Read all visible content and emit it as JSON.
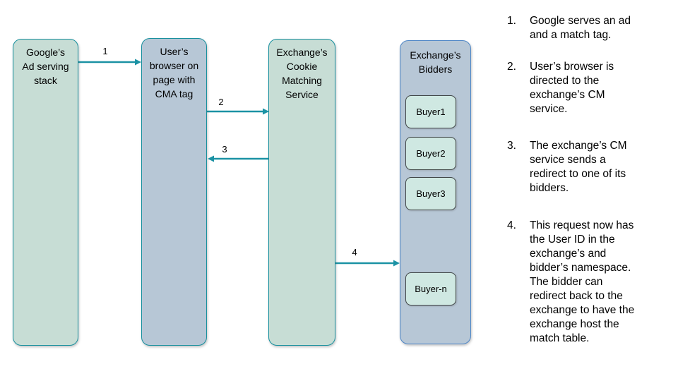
{
  "colors": {
    "teal_fill": "#c7ddd5",
    "teal_border": "#18909e",
    "blue_fill": "#b7c7d6",
    "blue_border": "#4e86c6",
    "buyer_fill": "#cfe8e2",
    "buyer_border": "#404647",
    "arrow": "#1b92a4",
    "text": "#000000"
  },
  "nodes": {
    "google": {
      "label": "Google’s\nAd serving\nstack"
    },
    "browser": {
      "label": "User’s\nbrowser on\npage with\nCMA tag"
    },
    "cm_service": {
      "label": "Exchange’s\nCookie\nMatching\nService"
    },
    "bidders": {
      "label": "Exchange’s\nBidders",
      "buyers": [
        "Buyer1",
        "Buyer2",
        "Buyer3",
        "Buyer-n"
      ]
    }
  },
  "arrows": [
    {
      "label": "1",
      "from": "google",
      "to": "browser"
    },
    {
      "label": "2",
      "from": "browser",
      "to": "cm_service"
    },
    {
      "label": "3",
      "from": "cm_service",
      "to": "browser"
    },
    {
      "label": "4",
      "from": "cm_service",
      "to": "bidders"
    }
  ],
  "steps": [
    {
      "num": "1.",
      "text": "Google serves an ad\nand a match tag."
    },
    {
      "num": "2.",
      "text": "User’s browser is\ndirected to the\nexchange’s CM\nservice."
    },
    {
      "num": "3.",
      "text": "The exchange’s CM\nservice sends a\nredirect to one of its\nbidders."
    },
    {
      "num": "4.",
      "text": "This request now has\nthe User ID in the\nexchange’s and\nbidder’s namespace.\nThe bidder can\nredirect back to the\nexchange to have the\nexchange host the\nmatch table."
    }
  ]
}
